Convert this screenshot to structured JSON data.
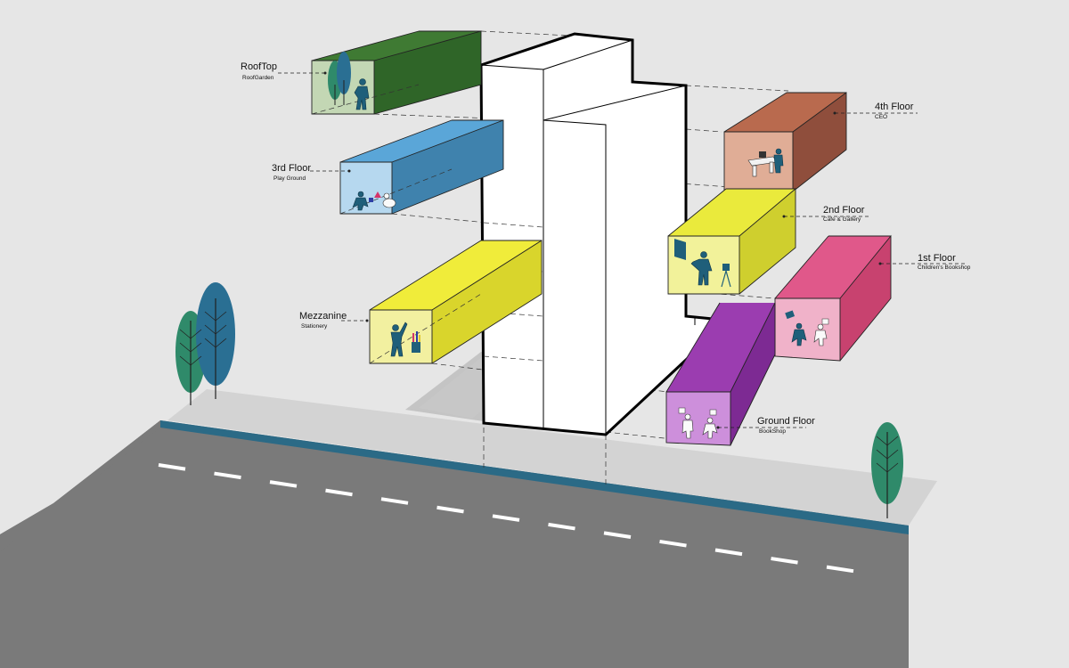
{
  "floors": [
    {
      "id": "rooftop",
      "title": "RoofTop",
      "subtitle": "RoofGarden",
      "color_top": "#3f7a33",
      "color_side": "#2f6528",
      "color_front": "#c3d7b4"
    },
    {
      "id": "fourth",
      "title": "4th Floor",
      "subtitle": "CEO",
      "color_top": "#b96a4e",
      "color_side": "#8f4e3c",
      "color_front": "#e0ad96"
    },
    {
      "id": "third",
      "title": "3rd Floor",
      "subtitle": "Play Ground",
      "color_top": "#5aa6d8",
      "color_side": "#3f82ad",
      "color_front": "#b6d8ef"
    },
    {
      "id": "second",
      "title": "2nd Floor",
      "subtitle": "Cafe & Gallery",
      "color_top": "#eaea3c",
      "color_side": "#cfcf2e",
      "color_front": "#f2f29a"
    },
    {
      "id": "first",
      "title": "1st Floor",
      "subtitle": "Children's Bookshop",
      "color_top": "#e0588a",
      "color_side": "#c8426f",
      "color_front": "#f0b2c9"
    },
    {
      "id": "mezzanine",
      "title": "Mezzanine",
      "subtitle": "Stationery",
      "color_top": "#f0ec3a",
      "color_side": "#d9d52c",
      "color_front": "#f2f0a0"
    },
    {
      "id": "ground",
      "title": "Ground Floor",
      "subtitle": "BookShop",
      "color_top": "#9b3db0",
      "color_side": "#7d2a93",
      "color_front": "#cd8fdb"
    }
  ],
  "colors": {
    "background": "#e6e6e6",
    "sidewalk": "#d2d2d2",
    "road": "#7a7a7a",
    "curb": "#2b6a86",
    "tree_green": "#2f8a6a",
    "tree_blue": "#2a6f93"
  }
}
